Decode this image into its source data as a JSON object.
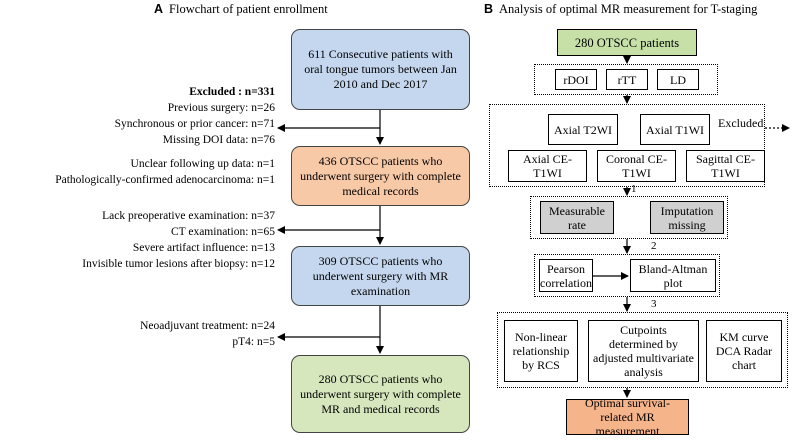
{
  "panelA": {
    "letter": "A",
    "title": "Flowchart of patient enrollment",
    "box1": "611 Consecutive patients with oral tongue tumors between Jan 2010 and Dec 2017",
    "box2": "436 OTSCC patients who underwent surgery with complete medical records",
    "box3": "309 OTSCC patients who underwent surgery with MR examination",
    "box4": "280 OTSCC patients who underwent surgery with complete MR and medical records",
    "excluded_header": "Excluded : n=331",
    "excl1": [
      "Previous surgery: n=26",
      "Synchronous or prior cancer: n=71",
      "Missing DOI data: n=76",
      "Unclear following up data: n=1",
      "Pathologically-confirmed adenocarcinoma: n=1"
    ],
    "excl2": [
      "Lack preoperative examination: n=37",
      "CT examination: n=65",
      "Severe artifact influence: n=13",
      "Invisible tumor lesions after biopsy: n=12"
    ],
    "excl3": [
      "Neoadjuvant treatment: n=24",
      "pT4: n=5"
    ],
    "colors": {
      "blue": "#c5d7ee",
      "orange": "#f8c9a7",
      "green": "#d6e7bd"
    }
  },
  "panelB": {
    "letter": "B",
    "title": "Analysis of optimal MR measurement for T-staging",
    "top_box": "280 OTSCC patients",
    "measures": [
      "rDOI",
      "rTT",
      "LD"
    ],
    "seq_row1": [
      "Axial T2WI",
      "Axial T1WI"
    ],
    "seq_row2": [
      "Axial CE-T1WI",
      "Coronal CE-T1WI",
      "Sagittal CE-T1WI"
    ],
    "excluded_label": "Excluded",
    "step1": [
      "Measurable rate",
      "Imputation missing"
    ],
    "step2": [
      "Pearson correlation",
      "Bland-Altman plot"
    ],
    "step3": [
      "Non-linear relationship by RCS",
      "Cutpoints determined by adjusted multivariate analysis",
      "KM curve DCA Radar chart"
    ],
    "bottom_box": "Optimal survival-related MR measurement",
    "step_numbers": [
      "1",
      "2",
      "3"
    ],
    "colors": {
      "green": "#c6e0a8",
      "orange": "#f6b48a",
      "gray": "#d0d0d0"
    }
  }
}
